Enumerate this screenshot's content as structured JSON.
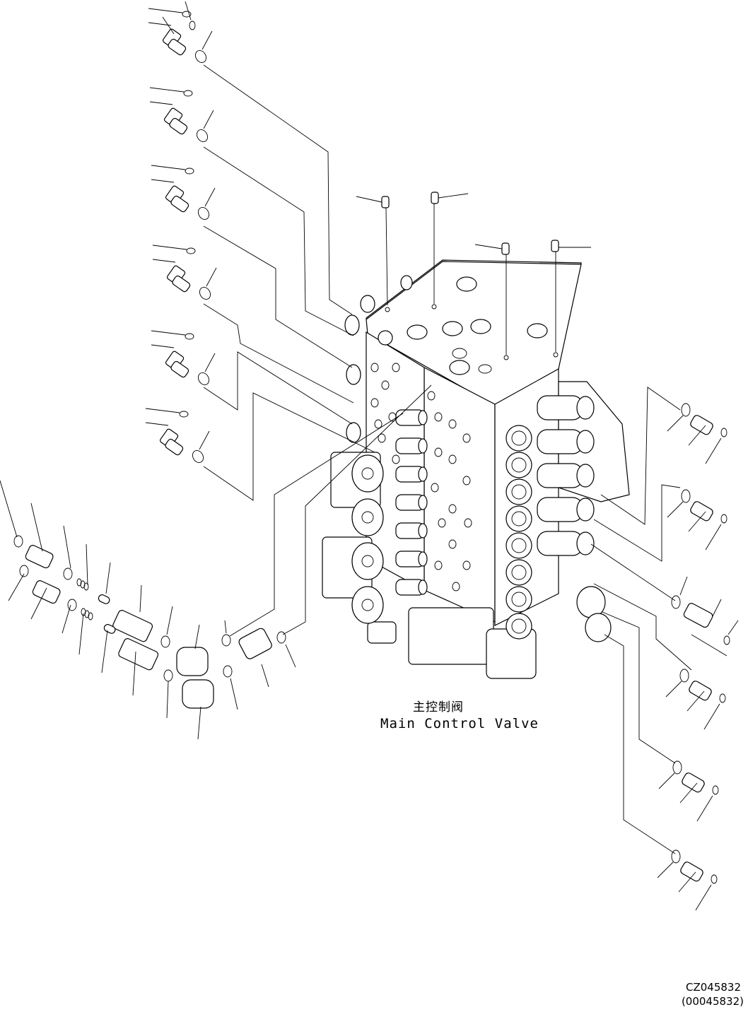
{
  "diagram": {
    "caption_zh": "主控制阀",
    "caption_en": "Main Control Valve",
    "ref_code": "CZ045832",
    "ref_code_paren": "(00045832)"
  },
  "colors": {
    "line": "#000000",
    "background": "#ffffff"
  }
}
